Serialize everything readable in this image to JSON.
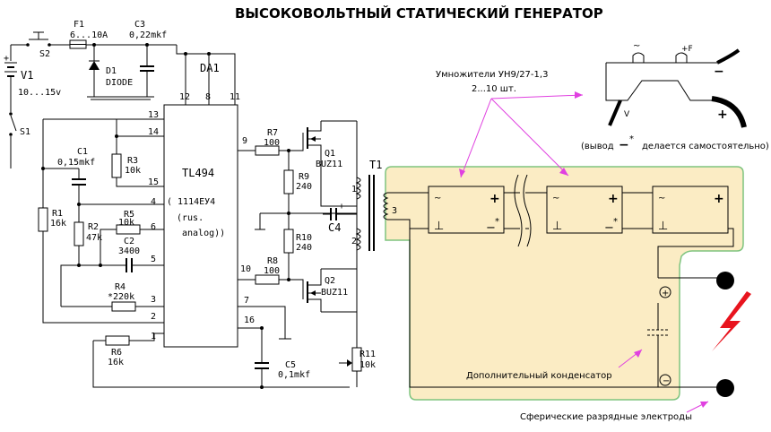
{
  "colors": {
    "multiplier_area": "#fbecc4",
    "multiplier_border": "#7fc47f",
    "arrow": "#e040e0",
    "spark": "#e8141e",
    "wire": "#000000"
  },
  "title": "ВЫСОКОВОЛЬТНЫЙ СТАТИЧЕСКИЙ ГЕНЕРАТОР",
  "ic": {
    "ref": "DA1",
    "name": "TL494",
    "analog_line1": "( 1114EУ4",
    "analog_line2": "(rus.",
    "analog_line3": "analog))",
    "pins": [
      "12",
      "8",
      "11",
      "13",
      "14",
      "15",
      "4",
      "6",
      "5",
      "3",
      "2",
      "1",
      "9",
      "10",
      "7",
      "16"
    ]
  },
  "components": {
    "f1_ref": "F1",
    "f1_val": "6...10A",
    "c3_ref": "C3",
    "c3_val": "0,22mkf",
    "s2": "S2",
    "d1_ref": "D1",
    "d1_val": "DIODE",
    "v1_ref": "V1",
    "v1_val": "10...15v",
    "s1": "S1",
    "c1_ref": "C1",
    "c1_val": "0,15mkf",
    "r3_ref": "R3",
    "r3_val": "10k",
    "r1_ref": "R1",
    "r1_val": "16k",
    "r2_ref": "R2",
    "r2_val": "47k",
    "r5_ref": "R5",
    "r5_val": "10k",
    "c2_ref": "C2",
    "c2_val": "3400",
    "r4_ref": "R4",
    "r4_val": "*220k",
    "r6_ref": "R6",
    "r6_val": "16k",
    "r7_ref": "R7",
    "r7_val": "100",
    "r8_ref": "R8",
    "r8_val": "100",
    "r9_ref": "R9",
    "r9_val": "240",
    "r10_ref": "R10",
    "r10_val": "240",
    "q1_ref": "Q1",
    "q1_val": "BUZ11",
    "q2_ref": "Q2",
    "q2_val": "BUZ11",
    "c4_ref": "C4",
    "t1_ref": "T1",
    "c5_ref": "C5",
    "c5_val": "0,1mkf",
    "r11_ref": "R11",
    "r11_val": "10k",
    "t1_w1": "1",
    "t1_w2": "2",
    "t1_w3": "3"
  },
  "annotations": {
    "multipliers_line1": "Умножители  УН9/27-1,3",
    "multipliers_line2": "2...10 шт.",
    "extra_capacitor": "Дополнительный конденсатор",
    "electrodes": "Сферические разрядные электроды",
    "inset_note_a": "(вывод",
    "inset_note_b": "делается самостоятельно)",
    "inset_plus_f": "+F",
    "inset_v": "V"
  },
  "symbols": {
    "ac": "~",
    "plus": "+",
    "minus": "−",
    "ground": "⊥",
    "star": "*"
  },
  "icons": [
    "switch-icon",
    "fuse-icon",
    "diode-icon",
    "battery-icon",
    "transistor-icon",
    "transformer-icon",
    "capacitor-icon",
    "resistor-icon",
    "potentiometer-icon",
    "lightning-icon",
    "electrode-icon",
    "arrow-icon"
  ]
}
